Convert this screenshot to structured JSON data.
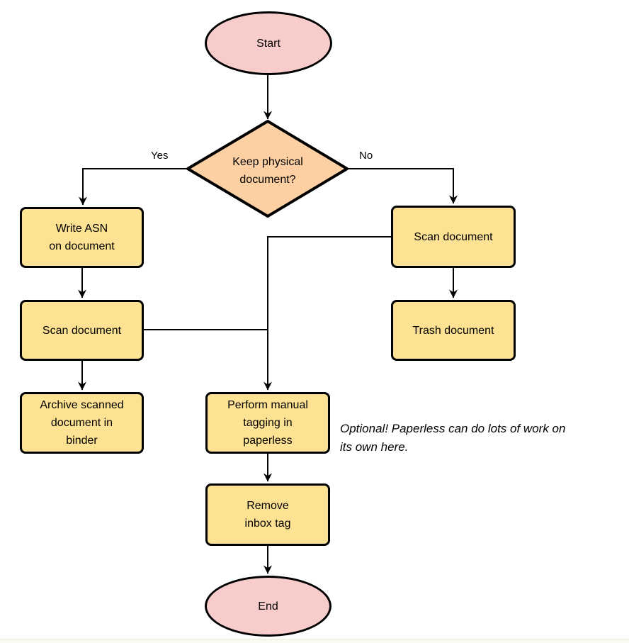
{
  "colors": {
    "process_fill": "#fde294",
    "decision_fill": "#fcd0a2",
    "terminator_fill": "#f8cccb",
    "stroke": "#000000"
  },
  "flowchart": {
    "nodes": {
      "start": {
        "label": "Start"
      },
      "decision": {
        "label": "Keep physical\ndocument?"
      },
      "write_asn": {
        "label": "Write ASN\non document"
      },
      "scan_left": {
        "label": "Scan document"
      },
      "archive": {
        "label": "Archive scanned\ndocument in\nbinder"
      },
      "scan_right": {
        "label": "Scan document"
      },
      "trash": {
        "label": "Trash document"
      },
      "tagging": {
        "label": "Perform manual\ntagging in\npaperless"
      },
      "remove_inbox": {
        "label": "Remove\ninbox tag"
      },
      "end": {
        "label": "End"
      }
    },
    "edge_labels": {
      "yes": "Yes",
      "no": "No"
    },
    "note": "Optional! Paperless can do lots of work on\nits own here."
  }
}
